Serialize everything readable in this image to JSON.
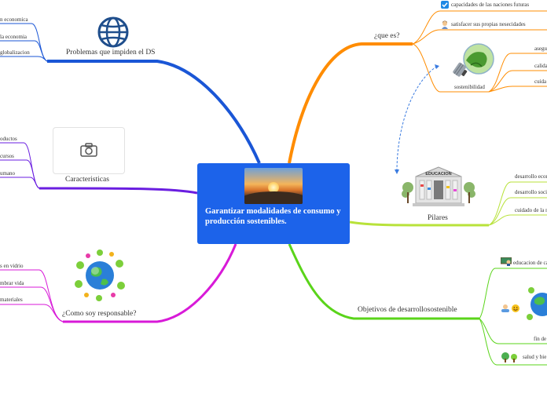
{
  "center": {
    "title": "Garantizar modalidades de consumo y producción sostenibles."
  },
  "branches": {
    "problemas": {
      "label": "Problemas que impiden el DS",
      "children": [
        "n economica",
        "la economia",
        "globalizacion"
      ]
    },
    "caracteristicas": {
      "label": "Caracteristicas",
      "children": [
        "oductos",
        "cursos",
        "umano"
      ]
    },
    "responsable": {
      "label": "¿Como soy responsable?",
      "children": [
        "s en vidrio",
        "mbrar vida",
        "materiales"
      ]
    },
    "que_es": {
      "label": "¿que es?",
      "children": [
        "capacidades de las naciones futuras",
        "satisfacer sus propias nesecidades"
      ],
      "sostenibilidad": {
        "label": "sostenibilidad",
        "children": [
          "asegu",
          "calida",
          "cuida"
        ]
      }
    },
    "pilares": {
      "label": "Pilares",
      "sign": "EDUCACION",
      "children": [
        "desarrollo econ",
        "desarrollo soci",
        "cuidado de la n"
      ]
    },
    "objetivos": {
      "label": "Objetivos de desarrollosostenible",
      "children": [
        "educacion de ca",
        "fin de",
        "salud y bie"
      ]
    }
  },
  "colors": {
    "problemas": "#1a56d6",
    "caracteristicas": "#6a1ee0",
    "responsable": "#d81ad8",
    "que_es": "#ff8c00",
    "pilares": "#b8e23a",
    "objetivos": "#5ad41a",
    "center": "#1c63ea"
  },
  "icons": [
    "globe-icon",
    "camera-icon",
    "earth-recycle-icon",
    "checkbox-icon",
    "person-icon",
    "lightbulb-icon",
    "school-building-icon",
    "teacher-icon",
    "baby-icon",
    "smile-icon",
    "trees-icon"
  ]
}
